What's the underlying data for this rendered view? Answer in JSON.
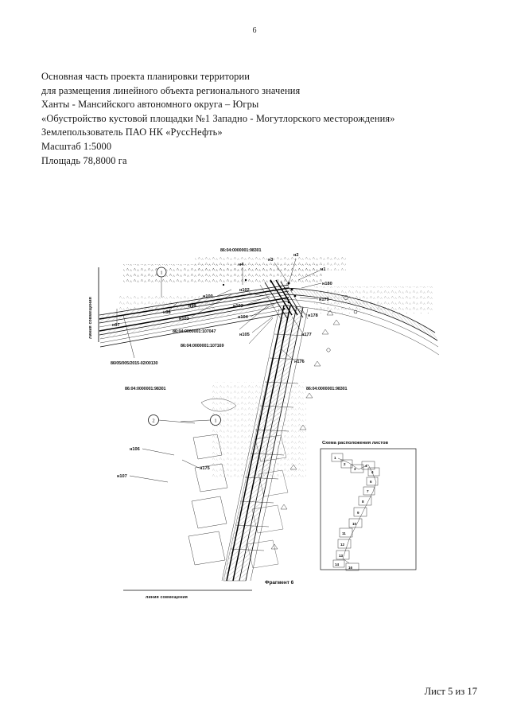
{
  "page": {
    "number": "6",
    "footer": "Лист 5 из 17"
  },
  "header": {
    "lines": [
      "Основная часть проекта планировки территории",
      "для размещения линейного объекта  регионального значения",
      " Ханты - Мансийского автономного  округа – Югры",
      "«Обустройство кустовой площадки №1 Западно - Могутлорского месторождения»",
      "Землепользователь  ПАО НК «РуссНефть»",
      "Масштаб 1:5000",
      "Площадь 78,8000 га"
    ]
  },
  "drawing": {
    "fragment_caption": "Фрагмент 6",
    "seam_label_bottom": "линия совмещения",
    "seam_label_left": "линия совмещения",
    "cadastral": {
      "top_center": "86:04:0000001:98301",
      "mid_left": "86:04:0000001:107047",
      "mid_left2": "86:04:0000001:107169",
      "left_parcel": "86/05/005/2015-02/00130",
      "bottom_left": "86:04:0000001:98301",
      "bottom_right": "86:04:0000001:98301"
    },
    "point_labels": [
      "н1",
      "н2",
      "н3",
      "н4",
      "н97",
      "н98",
      "н99",
      "н100",
      "н101",
      "н102",
      "н103",
      "н104",
      "н105",
      "н106",
      "н107",
      "н175",
      "н176",
      "н177",
      "н178",
      "н179",
      "н180"
    ],
    "section_markers": [
      "1",
      "2",
      "1"
    ],
    "inset": {
      "title": "Схема расположения листов",
      "sheets": [
        "1",
        "2",
        "3",
        "4",
        "4",
        "6",
        "7",
        "8",
        "9",
        "10",
        "11",
        "12",
        "13",
        "14",
        "16"
      ]
    }
  }
}
